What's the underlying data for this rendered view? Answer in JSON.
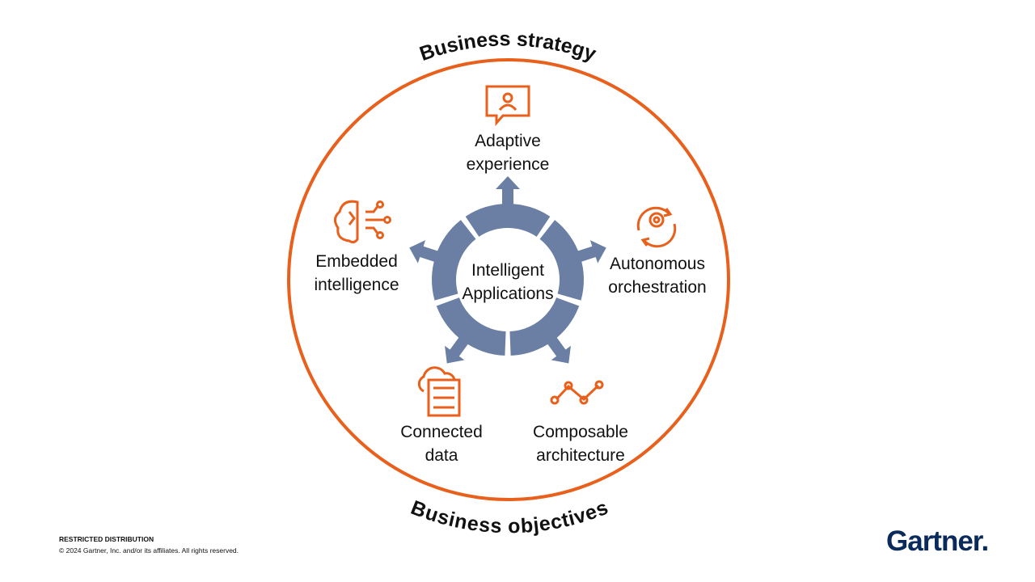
{
  "arc_top": "Business strategy",
  "arc_bottom": "Business objectives",
  "center": {
    "line1": "Intelligent",
    "line2": "Applications"
  },
  "items": [
    {
      "line1": "Adaptive",
      "line2": "experience",
      "icon": "presenter-chat-icon"
    },
    {
      "line1": "Autonomous",
      "line2": "orchestration",
      "icon": "gear-cycle-icon"
    },
    {
      "line1": "Composable",
      "line2": "architecture",
      "icon": "connected-nodes-icon"
    },
    {
      "line1": "Connected",
      "line2": "data",
      "icon": "cloud-server-icon"
    },
    {
      "line1": "Embedded",
      "line2": "intelligence",
      "icon": "brain-circuit-icon"
    }
  ],
  "footer": {
    "restricted": "RESTRICTED DISTRIBUTION",
    "copyright": "© 2024  Gartner,  Inc. and/or its affiliates. All rights reserved."
  },
  "logo": "Gartner.",
  "colors": {
    "orange": "#E8601C",
    "wheel": "#6A7FA3",
    "navy": "#0A2A5C"
  }
}
